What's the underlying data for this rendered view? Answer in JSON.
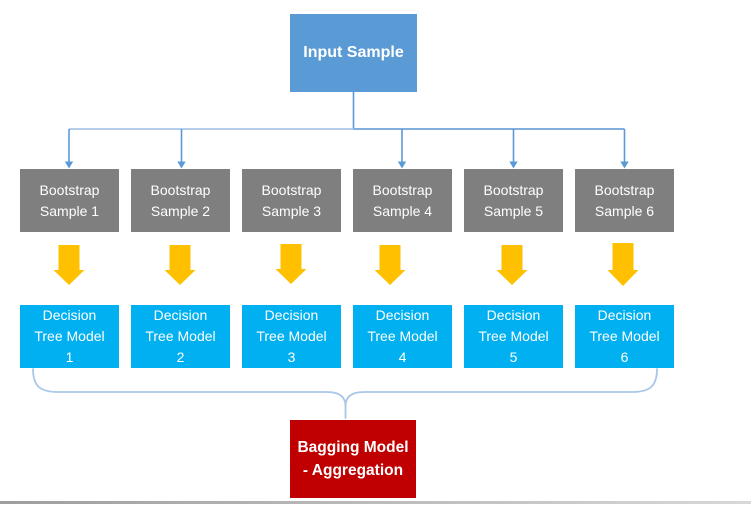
{
  "diagram": {
    "type": "bagging-ensemble-flowchart",
    "input": {
      "label": "Input Sample"
    },
    "bootstrap_samples": [
      {
        "label": "Bootstrap\nSample 1"
      },
      {
        "label": "Bootstrap\nSample 2"
      },
      {
        "label": "Bootstrap\nSample 3"
      },
      {
        "label": "Bootstrap\nSample 4"
      },
      {
        "label": "Bootstrap\nSample 5"
      },
      {
        "label": "Bootstrap\nSample 6"
      }
    ],
    "decision_trees": [
      {
        "label": "Decision\nTree Model\n1"
      },
      {
        "label": "Decision\nTree Model\n2"
      },
      {
        "label": "Decision\nTree Model\n3"
      },
      {
        "label": "Decision\nTree Model\n4"
      },
      {
        "label": "Decision\nTree Model\n5"
      },
      {
        "label": "Decision\nTree Model\n6"
      }
    ],
    "aggregation": {
      "label": "Bagging Model\n- Aggregation"
    }
  },
  "icons": {
    "block_down_arrow": "solid gold block arrow pointing down",
    "connector_arrowhead": "small blue triangle pointing down",
    "brace": "downward curly brace gathering all tree models"
  },
  "colors": {
    "input_fill": "#5B9BD5",
    "bootstrap_fill": "#7F7F7F",
    "decision_fill": "#00B0F0",
    "aggregation_fill": "#C00000",
    "block_arrow_fill": "#FFC000",
    "connector_stroke": "#5B9BD5",
    "connector_light_stroke": "#A9C7E8",
    "brace_stroke": "#A9C7E8",
    "bottom_rule": "#B3B3B3",
    "box_text": "#FFFFFF",
    "background": "#FFFFFF"
  }
}
